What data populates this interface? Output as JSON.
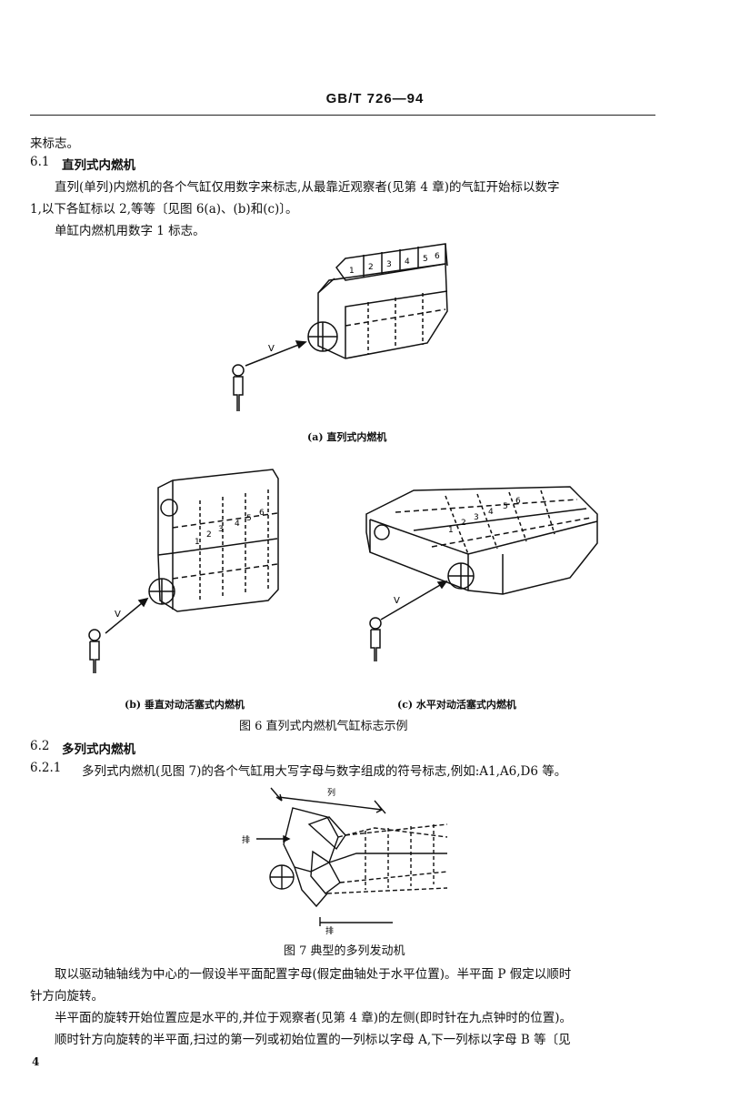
{
  "header": {
    "standard": "GB/T 726—94"
  },
  "body": {
    "p0": "来标志。",
    "s61_num": "6.1",
    "s61_title": "直列式内燃机",
    "p1a": "直列(单列)内燃机的各个气缸仅用数字来标志,从最靠近观察者(见第 4 章)的气缸开始标以数字",
    "p1b": "1,以下各缸标以 2,等等〔见图 6(a)、(b)和(c)〕。",
    "p2": "单缸内燃机用数字 1 标志。",
    "s62_num": "6.2",
    "s62_title": "多列式内燃机",
    "s621_num": "6.2.1",
    "s621_text": "多列式内燃机(见图 7)的各个气缸用大写字母与数字组成的符号标志,例如:A1,A6,D6 等。",
    "p3a": "取以驱动轴轴线为中心的一假设半平面配置字母(假定曲轴处于水平位置)。半平面 P 假定以顺时",
    "p3b": "针方向旋转。",
    "p4": "半平面的旋转开始位置应是水平的,并位于观察者(见第 4 章)的左侧(即时针在九点钟时的位置)。",
    "p5": "顺时针方向旋转的半平面,扫过的第一列或初始位置的一列标以字母 A,下一列标以字母 B 等〔见"
  },
  "figures": {
    "fig6a_caption": "(a) 直列式内燃机",
    "fig6b_caption": "(b) 垂直对动活塞式内燃机",
    "fig6c_caption": "(c) 水平对动活塞式内燃机",
    "fig6_caption": "图 6  直列式内燃机气缸标志示例",
    "fig7_caption": "图 7  典型的多列发动机",
    "v_label": "V",
    "cyl_nums": [
      "1",
      "2",
      "3",
      "4",
      "5",
      "6"
    ],
    "lie_label": "列",
    "pai_label": "排"
  },
  "footer": {
    "page": "4"
  }
}
